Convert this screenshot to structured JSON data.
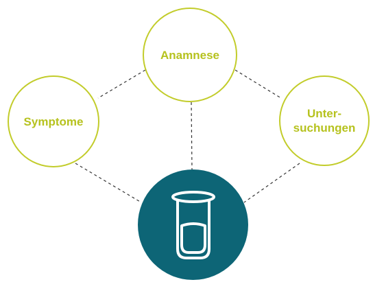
{
  "diagram": {
    "nodes": {
      "anamnese": {
        "label": "Anamnese"
      },
      "symptome": {
        "label": "Symptome"
      },
      "untersuchungen": {
        "label_line1": "Unter-",
        "label_line2": "suchungen"
      },
      "center": {
        "icon": "test-tube-icon"
      }
    },
    "connections": [
      [
        "anamnese",
        "symptome"
      ],
      [
        "anamnese",
        "untersuchungen"
      ],
      [
        "anamnese",
        "center"
      ],
      [
        "symptome",
        "center"
      ],
      [
        "untersuchungen",
        "center"
      ]
    ],
    "colors": {
      "node_border": "#c2cc2a",
      "node_text": "#b6c21e",
      "center_fill": "#0d6576",
      "icon_stroke": "#ffffff",
      "connector": "#333333"
    }
  }
}
